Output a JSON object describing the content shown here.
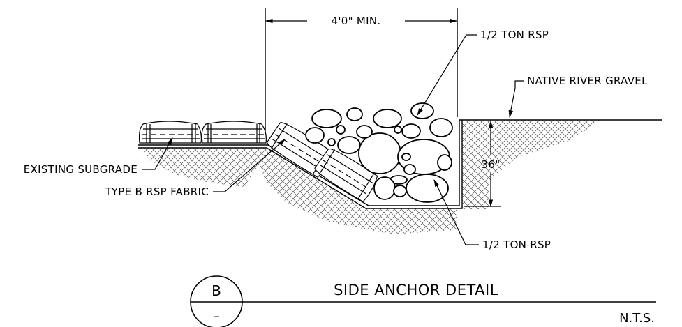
{
  "labels": {
    "width_dim": "4'0\" MIN.",
    "top_rsp": "1/2 TON RSP",
    "native_gravel": "NATIVE RIVER GRAVEL",
    "depth_dim": "36\"",
    "existing_subgrade": "EXISTING SUBGRADE",
    "fabric": "TYPE B RSP FABRIC",
    "bottom_rsp": "1/2 TON RSP"
  },
  "title_block": {
    "section_letter": "B",
    "sheet_ref": "–",
    "title": "SIDE ANCHOR DETAIL",
    "scale": "N.T.S."
  }
}
